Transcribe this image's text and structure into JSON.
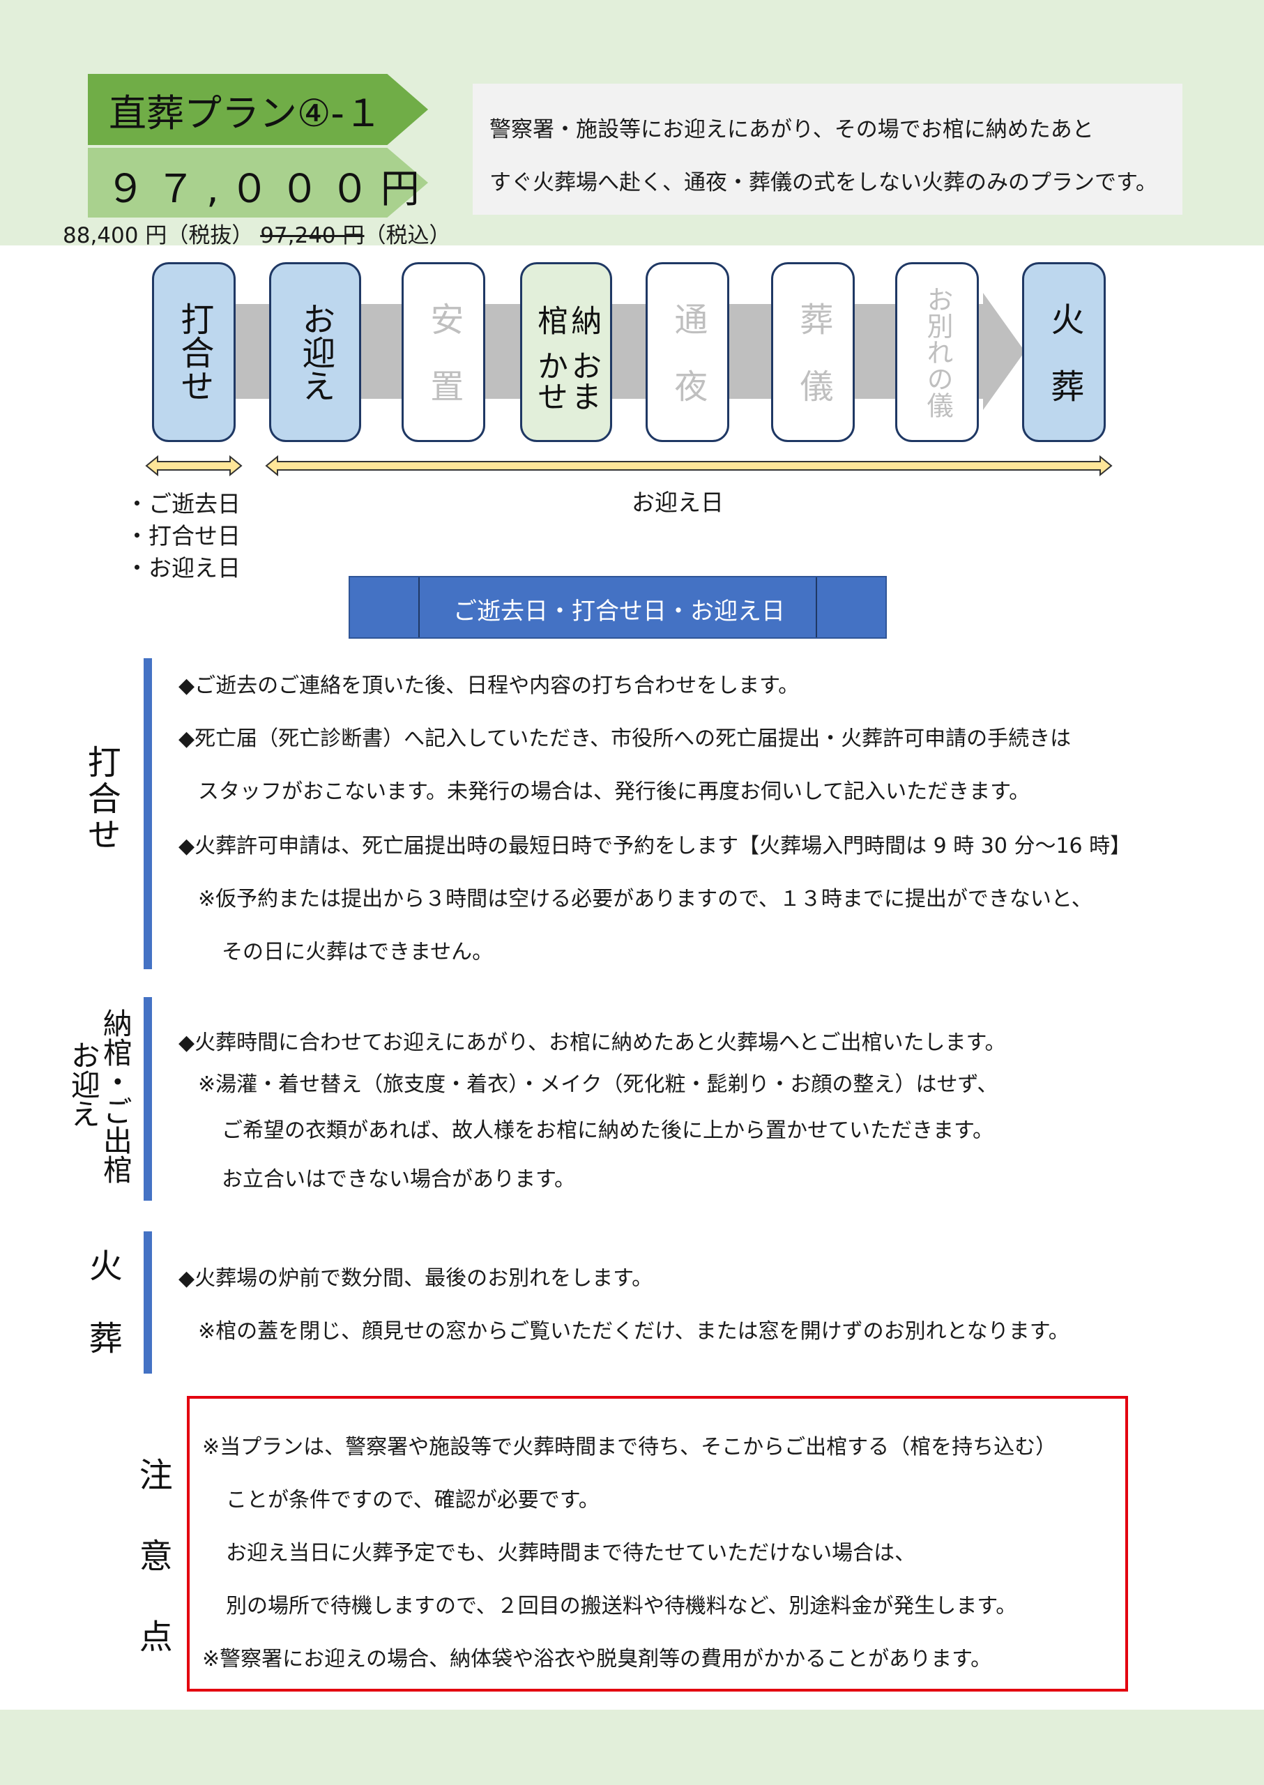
{
  "plan": {
    "title": "直葬プラン④-１",
    "price": "９７,０００円",
    "price_tax_excluded": "88,400 円（税抜）",
    "price_old_tax_included": "97,240 円",
    "price_tax_included_suffix": "（税込）"
  },
  "description": {
    "line1": "警察署・施設等にお迎えにあがり、その場でお棺に納めたあと",
    "line2": "すぐ火葬場へ赴く、通夜・葬儀の式をしない火葬のみのプランです。"
  },
  "flow": {
    "steps": [
      {
        "label": "打合せ",
        "state": "active"
      },
      {
        "label": "お迎え",
        "state": "active"
      },
      {
        "label": "安　置",
        "state": "inactive"
      },
      {
        "label_col1": "納棺",
        "label_col2": "おまかせ",
        "state": "highlight"
      },
      {
        "label": "通　夜",
        "state": "inactive"
      },
      {
        "label": "葬　儀",
        "state": "inactive"
      },
      {
        "label": "お別れの儀",
        "state": "inactive"
      },
      {
        "label": "火　葬",
        "state": "active"
      }
    ],
    "day1_labels": [
      "・ご逝去日",
      "・打合せ日",
      "・お迎え日"
    ],
    "day2_label": "お迎え日"
  },
  "banner": {
    "text": "ご逝去日・打合せ日・お迎え日"
  },
  "sections": {
    "uchiawase": {
      "label": "打合せ",
      "lines": [
        "◆ご逝去のご連絡を頂いた後、日程や内容の打ち合わせをします。",
        "◆死亡届（死亡診断書）へ記入していただき、市役所への死亡届提出・火葬許可申請の手続きは",
        "スタッフがおこないます。未発行の場合は、発行後に再度お伺いして記入いただきます。",
        "◆火葬許可申請は、死亡届提出時の最短日時で予約をします【火葬場入門時間は 9 時 30 分～16 時】",
        "※仮予約または提出から３時間は空ける必要がありますので、１３時までに提出ができないと、",
        "その日に火葬はできません。"
      ]
    },
    "nokan": {
      "label_col1": "納棺・ご出棺",
      "label_col2": "お迎え",
      "lines": [
        "◆火葬時間に合わせてお迎えにあがり、お棺に納めたあと火葬場へとご出棺いたします。",
        "※湯灌・着せ替え（旅支度・着衣）・メイク（死化粧・髭剃り・お顔の整え）はせず、",
        "ご希望の衣類があれば、故人様をお棺に納めた後に上から置かせていただきます。",
        "お立合いはできない場合があります。"
      ]
    },
    "kaso": {
      "label": "火　葬",
      "lines": [
        "◆火葬場の炉前で数分間、最後のお別れをします。",
        "※棺の蓋を閉じ、顔見せの窓からご覧いただくだけ、または窓を開けずのお別れとなります。"
      ]
    },
    "notes": {
      "label": "注　意　点",
      "lines": [
        "※当プランは、警察署や施設等で火葬時間まで待ち、そこからご出棺する（棺を持ち込む）",
        "ことが条件ですので、確認が必要です。",
        "お迎え当日に火葬予定でも、火葬時間まで待たせていただけない場合は、",
        "別の場所で待機しますので、２回目の搬送料や待機料など、別途料金が発生します。",
        "※警察署にお迎えの場合、納体袋や浴衣や脱臭剤等の費用がかかることがあります。"
      ]
    }
  },
  "colors": {
    "band_green": "#e2efda",
    "title_green": "#70ad47",
    "price_green": "#a9d18e",
    "active_blue": "#bdd7ee",
    "accent_blue": "#4472c4",
    "warning_red": "#e3000f",
    "arrow_yellow": "#ffe699"
  }
}
